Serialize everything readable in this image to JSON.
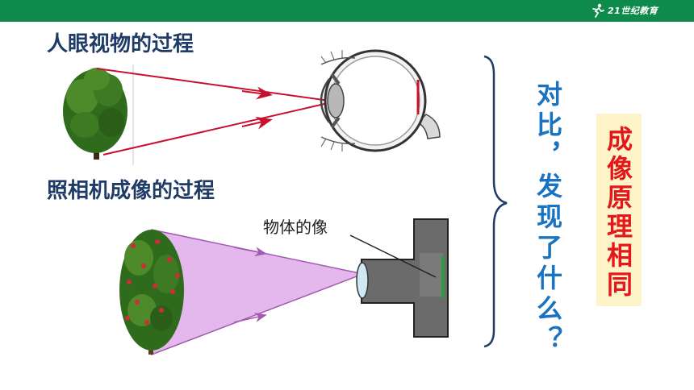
{
  "logo": {
    "text": "21世纪教育",
    "icon": "runner-logo-icon"
  },
  "headings": {
    "eye": "人眼视物的过程",
    "camera": "照相机成像的过程"
  },
  "camera_label": "物体的像",
  "question": "对比，发现了什么？",
  "answer": "成像原理相同",
  "colors": {
    "topbar": "#0d8a4c",
    "heading": "#1f3b66",
    "question": "#1a73c0",
    "answer": "#e3171c",
    "answer_box": "#fdf5c9",
    "eye_rays": "#c8102e",
    "camera_beam": "#d9a6e0"
  }
}
